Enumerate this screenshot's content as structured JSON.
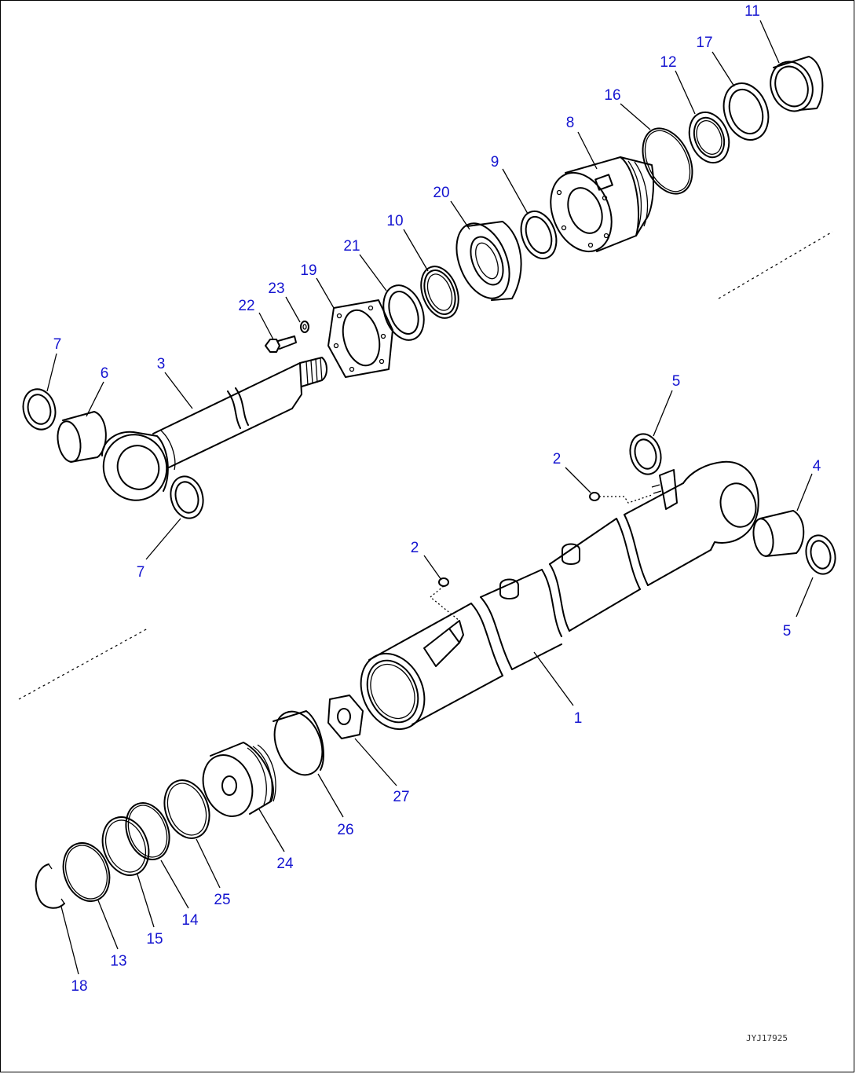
{
  "diagram": {
    "callouts": [
      {
        "id": "c11",
        "label": "11"
      },
      {
        "id": "c17",
        "label": "17"
      },
      {
        "id": "c12",
        "label": "12"
      },
      {
        "id": "c16",
        "label": "16"
      },
      {
        "id": "c8",
        "label": "8"
      },
      {
        "id": "c9",
        "label": "9"
      },
      {
        "id": "c20",
        "label": "20"
      },
      {
        "id": "c10",
        "label": "10"
      },
      {
        "id": "c21",
        "label": "21"
      },
      {
        "id": "c19",
        "label": "19"
      },
      {
        "id": "c23",
        "label": "23"
      },
      {
        "id": "c22",
        "label": "22"
      },
      {
        "id": "c7a",
        "label": "7"
      },
      {
        "id": "c6",
        "label": "6"
      },
      {
        "id": "c3",
        "label": "3"
      },
      {
        "id": "c7b",
        "label": "7"
      },
      {
        "id": "c5a",
        "label": "5"
      },
      {
        "id": "c2a",
        "label": "2"
      },
      {
        "id": "c4",
        "label": "4"
      },
      {
        "id": "c5b",
        "label": "5"
      },
      {
        "id": "c2b",
        "label": "2"
      },
      {
        "id": "c1",
        "label": "1"
      },
      {
        "id": "c27",
        "label": "27"
      },
      {
        "id": "c26",
        "label": "26"
      },
      {
        "id": "c24",
        "label": "24"
      },
      {
        "id": "c25",
        "label": "25"
      },
      {
        "id": "c14",
        "label": "14"
      },
      {
        "id": "c15",
        "label": "15"
      },
      {
        "id": "c13",
        "label": "13"
      },
      {
        "id": "c18",
        "label": "18"
      }
    ],
    "drawing_code": "JYJ17925"
  }
}
